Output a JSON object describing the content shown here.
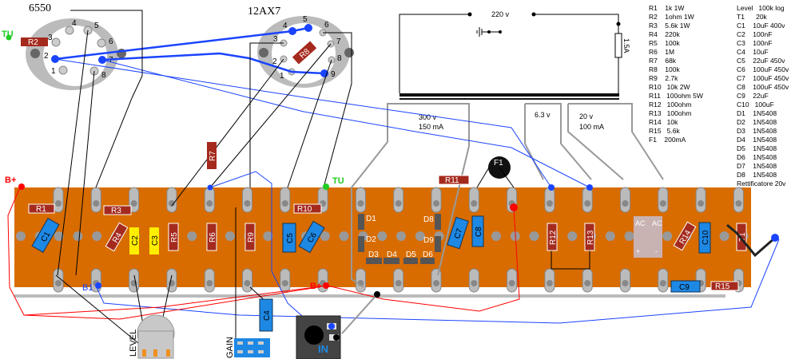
{
  "tubes": {
    "power": "6550",
    "preamp": "12AX7"
  },
  "tube_pins": [
    "1",
    "2",
    "3",
    "4",
    "5",
    "6",
    "7",
    "8",
    "9"
  ],
  "transformer": {
    "primary": "220 v",
    "fuse": "1.5A",
    "hv": "300 v",
    "hv_current": "150 mA",
    "heater": "6.3 v",
    "aux": "20 v",
    "aux_current": "100 mA"
  },
  "nodes": {
    "tu": "TU",
    "b_plus": "B+",
    "b1": "B1",
    "level": "LEVEL",
    "gain": "GAIN",
    "input": "IN"
  },
  "components": {
    "R1": "R1",
    "R2": "R2",
    "R3": "R3",
    "R4": "R4",
    "R5": "R5",
    "R6": "R6",
    "R7": "R7",
    "R8": "R8",
    "R9": "R9",
    "R10": "R10",
    "R11": "R11",
    "R12": "R12",
    "R13": "R13",
    "R14": "R14",
    "R15": "R15",
    "C1": "C1",
    "C2": "C2",
    "C3": "C3",
    "C4": "C4",
    "C5": "C5",
    "C6": "C6",
    "C7": "C7",
    "C8": "C8",
    "C9": "C9",
    "C10": "C10",
    "D1": "D1",
    "D2": "D2",
    "D3": "D3",
    "D4": "D4",
    "D5": "D5",
    "D6": "D6",
    "D8": "D8",
    "D9": "D9",
    "T1": "T1",
    "F1": "F1",
    "AC1": "AC",
    "AC2": "AC",
    "plus": "+",
    "minus": "-",
    "cplus": "+"
  },
  "bom_left": [
    "R1    1k 1W",
    "R2    1ohm 1W",
    "R3    5.6k 1W",
    "R4    220k",
    "R5    100k",
    "R6    1M",
    "R7    68k",
    "R8    100k",
    "R9    2.7k",
    "R10   10k 2W",
    "R11   100ohm 5W",
    "R12   100ohm",
    "R13   100ohm",
    "R14   10k",
    "R15   5.6k",
    "F1    200mA"
  ],
  "bom_right": [
    "Level   100k log",
    "T1      20k",
    "",
    "C1    10uF 400v",
    "C2    100nF",
    "C3    100nF",
    "C4    10uF",
    "C5    22uF 450v",
    "C6    100uF 450v",
    "C7    100uF 450v",
    "C8    100uF 450v",
    "C9    22uF",
    "C10   100uF",
    "D1    1N5408",
    "D2    1N5408",
    "D3    1N5408",
    "D4    1N5408",
    "D5    1N5408",
    "D6    1N5408",
    "D7    1N5408",
    "D8    1N5408",
    "Rettificatore 20v"
  ],
  "colors": {
    "board": "#d86c00",
    "resistor": "#a52a1e",
    "capacitor": "#1e88e5",
    "film_cap": "#ffee00",
    "wire_blue": "#1a44ff",
    "wire_red": "#ff0000",
    "tu_green": "#22cc22"
  }
}
